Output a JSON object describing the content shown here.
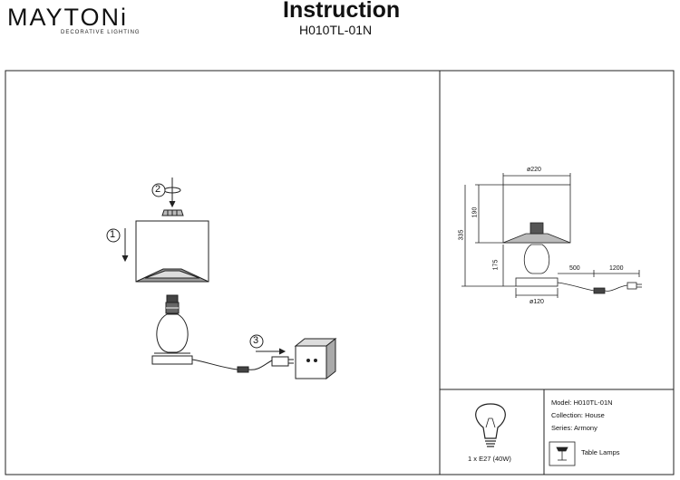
{
  "header": {
    "brand": "MAYTONi",
    "brand_tagline": "DECORATIVE LIGHTING",
    "title": "Instruction",
    "model": "H010TL-01N"
  },
  "assembly": {
    "step1": "1",
    "step2": "2",
    "step3": "3"
  },
  "dimensions": {
    "shade_diameter": "ø220",
    "shade_height": "190",
    "total_height": "335",
    "base_height": "175",
    "cord_to_switch": "500",
    "switch_to_plug": "1200",
    "base_diameter": "ø120"
  },
  "bulb": {
    "caption": "1 x E27 (40W)"
  },
  "specs": {
    "model": "Model: H010TL-01N",
    "collection": "Collection: House",
    "series": "Series: Armony",
    "category": "Table Lamps"
  }
}
